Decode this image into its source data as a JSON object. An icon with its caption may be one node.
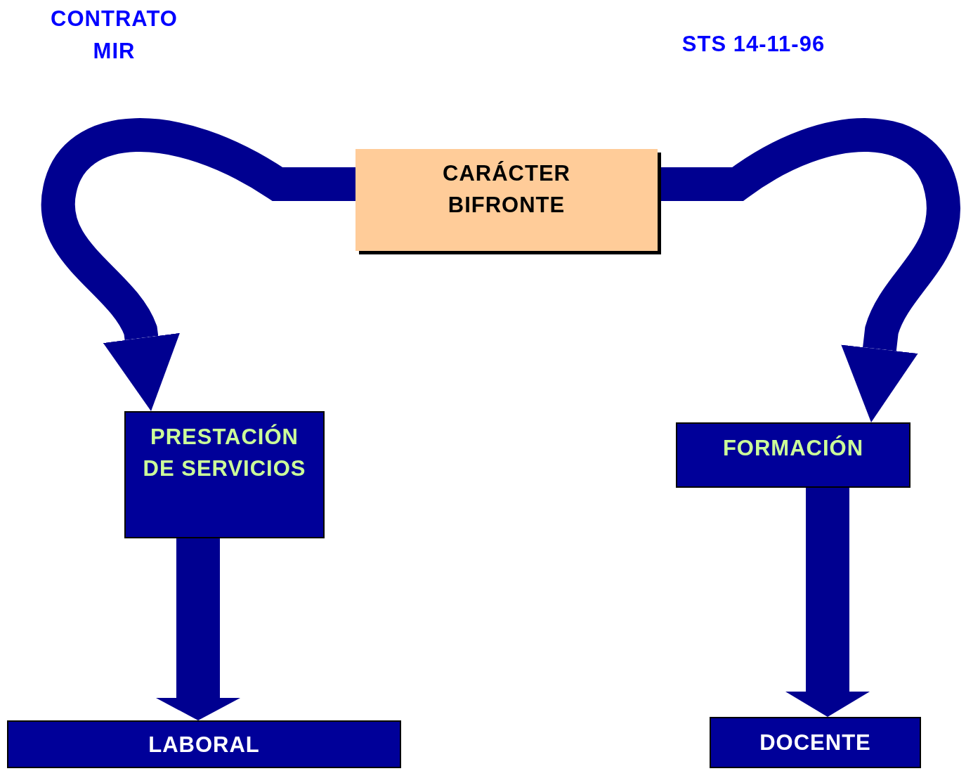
{
  "diagram": {
    "nodes": [
      {
        "text": [
          "CARÁCTER BIFRONTE"
        ]
      },
      {
        "text": [
          "PRESTACIÓN DE SERVICIOS"
        ]
      },
      {
        "text": [
          "FORMACIÓN"
        ]
      },
      {
        "text": [
          "LABORAL"
        ]
      },
      {
        "text": [
          "DOCENTE"
        ]
      }
    ],
    "edges": [
      {
        "from": 0,
        "to": 1,
        "arrow": "to"
      },
      {
        "from": 0,
        "to": 2,
        "arrow": "to"
      },
      {
        "from": 1,
        "to": 3,
        "arrow": "to"
      },
      {
        "from": 2,
        "to": 4,
        "arrow": "to"
      }
    ],
    "labels": [
      "CONTRATO MIR",
      "STS 14-11-96"
    ]
  }
}
